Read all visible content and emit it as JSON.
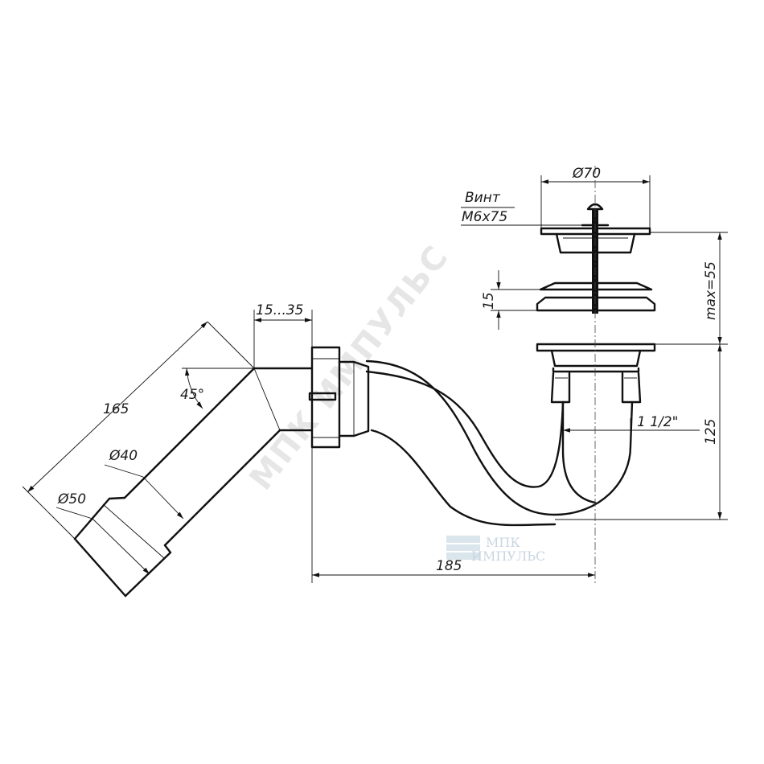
{
  "watermark": {
    "text": "МПК ИМПУЛЬС"
  },
  "logo": {
    "line1": "МПК",
    "line2": "ИМПУЛЬС"
  },
  "dimensions": {
    "overflow_diameter": "Ø70",
    "screw_label": "Винт",
    "screw_size": "M6x75",
    "plug_height": "15",
    "max_height": "max=55",
    "thread": "1 1/2\"",
    "drop_height": "125",
    "width": "185",
    "outlet_offset": "15...35",
    "outlet_angle": "45°",
    "outlet_length": "165",
    "pipe_d40": "Ø40",
    "pipe_d50": "Ø50"
  }
}
